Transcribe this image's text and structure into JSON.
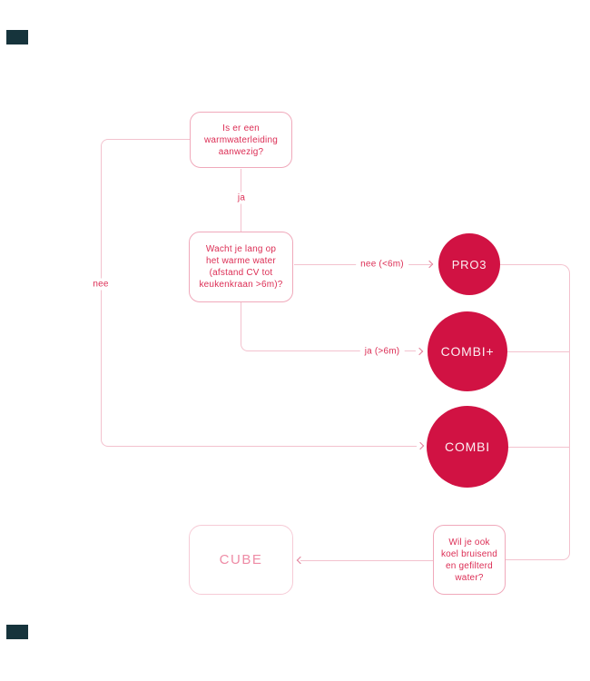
{
  "colors": {
    "background": "#ffffff",
    "node_fill": "#d11243",
    "text_red": "#dc2e55",
    "connector_pink": "#f3c2ce",
    "box_border_pink": "#f0a9bb",
    "cube_text_pink": "#ee8ca6",
    "corner_marker": "#16343c"
  },
  "flowchart": {
    "q1": {
      "lines": [
        "Is er een",
        "warmwaterleiding",
        "aanwezig?"
      ]
    },
    "q2": {
      "lines": [
        "Wacht je lang op",
        "het warme water",
        "(afstand CV tot",
        "keukenkraan >6m)?"
      ]
    },
    "q3": {
      "lines": [
        "Wil je ook",
        "koel bruisend",
        "en gefilterd",
        "water?"
      ]
    },
    "cube_label": "CUBE",
    "products": {
      "pro3": "PRO3",
      "combiplus": "COMBI+",
      "combi": "COMBI"
    },
    "edge_labels": {
      "ja": "ja",
      "nee": "nee",
      "nee_under_6m": "nee (<6m)",
      "ja_over_6m": "ja (>6m)"
    }
  }
}
